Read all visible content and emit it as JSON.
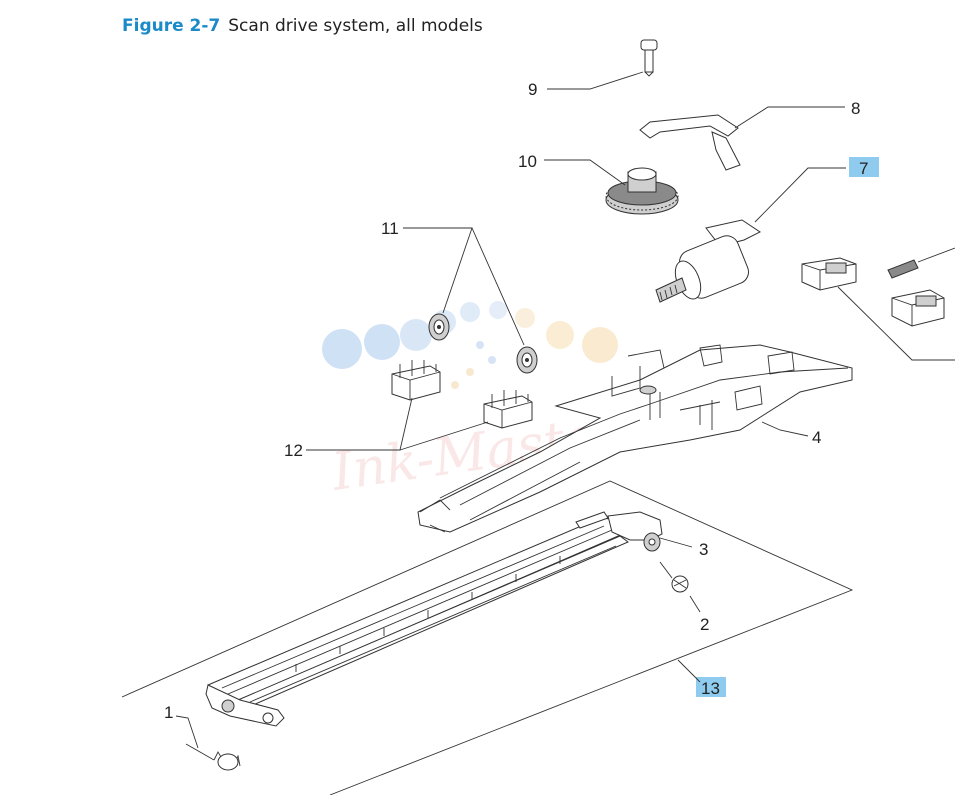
{
  "figure": {
    "number": "Figure 2-7",
    "caption": "Scan drive system, all models"
  },
  "callouts": {
    "c1": "1",
    "c2": "2",
    "c3": "3",
    "c4": "4",
    "c7": "7",
    "c8": "8",
    "c9": "9",
    "c10": "10",
    "c11": "11",
    "c12": "12",
    "c13": "13"
  },
  "watermark": {
    "text": "Ink-Master"
  },
  "colors": {
    "figure_number": "#1a8ac9",
    "highlight": "#8ecbee"
  }
}
